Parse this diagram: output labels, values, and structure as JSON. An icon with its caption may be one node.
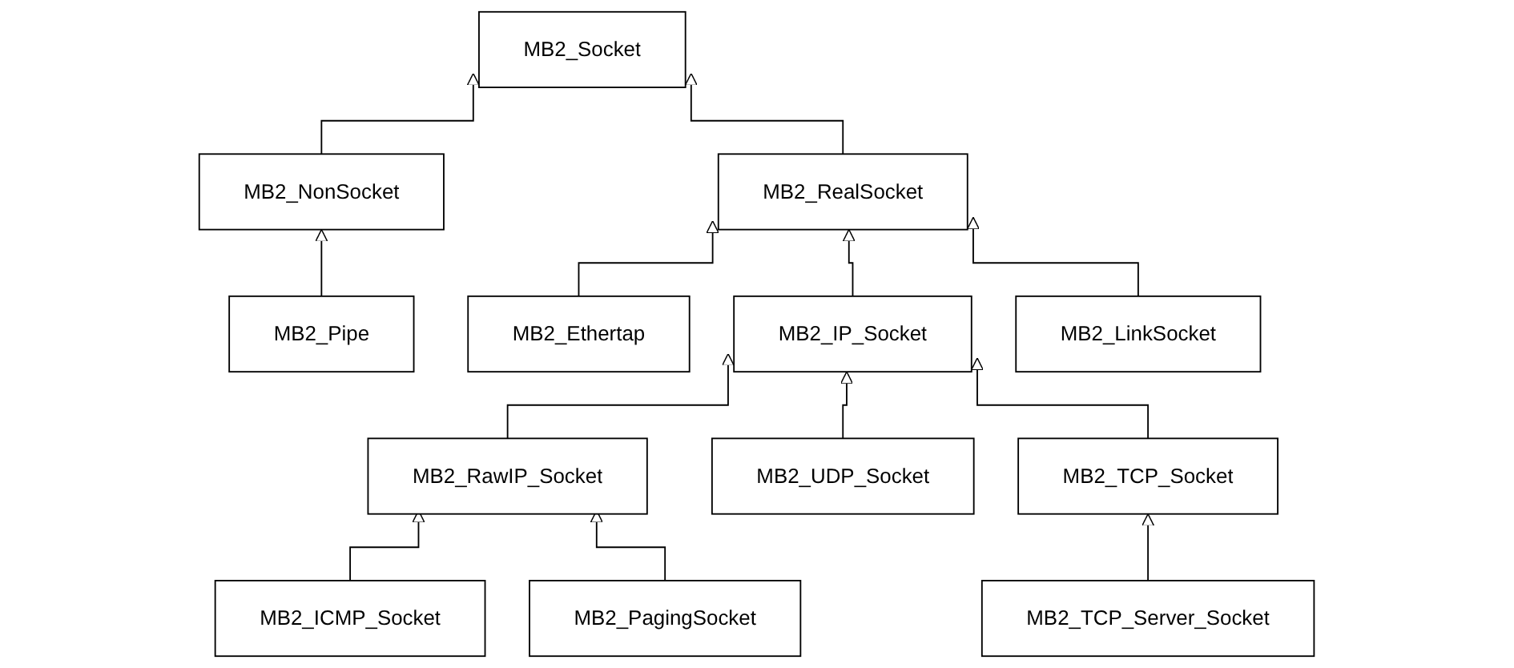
{
  "diagram": {
    "nodes": [
      {
        "text": [
          "MB2_Socket"
        ]
      },
      {
        "text": [
          "MB2_NonSocket"
        ]
      },
      {
        "text": [
          "MB2_RealSocket"
        ]
      },
      {
        "text": [
          "MB2_Pipe"
        ]
      },
      {
        "text": [
          "MB2_Ethertap"
        ]
      },
      {
        "text": [
          "MB2_IP_Socket"
        ]
      },
      {
        "text": [
          "MB2_LinkSocket"
        ]
      },
      {
        "text": [
          "MB2_RawIP_Socket"
        ]
      },
      {
        "text": [
          "MB2_UDP_Socket"
        ]
      },
      {
        "text": [
          "MB2_TCP_Socket"
        ]
      },
      {
        "text": [
          "MB2_ICMP_Socket"
        ]
      },
      {
        "text": [
          "MB2_PagingSocket"
        ]
      },
      {
        "text": [
          "MB2_TCP_Server_Socket"
        ]
      }
    ],
    "edges": [
      {
        "from": 1,
        "to": 0,
        "arrow": "to"
      },
      {
        "from": 2,
        "to": 0,
        "arrow": "to"
      },
      {
        "from": 3,
        "to": 1,
        "arrow": "to"
      },
      {
        "from": 4,
        "to": 2,
        "arrow": "to"
      },
      {
        "from": 5,
        "to": 2,
        "arrow": "to"
      },
      {
        "from": 6,
        "to": 2,
        "arrow": "to"
      },
      {
        "from": 7,
        "to": 5,
        "arrow": "to"
      },
      {
        "from": 8,
        "to": 5,
        "arrow": "to"
      },
      {
        "from": 9,
        "to": 5,
        "arrow": "to"
      },
      {
        "from": 10,
        "to": 7,
        "arrow": "to"
      },
      {
        "from": 11,
        "to": 7,
        "arrow": "to"
      },
      {
        "from": 12,
        "to": 9,
        "arrow": "to"
      }
    ]
  }
}
